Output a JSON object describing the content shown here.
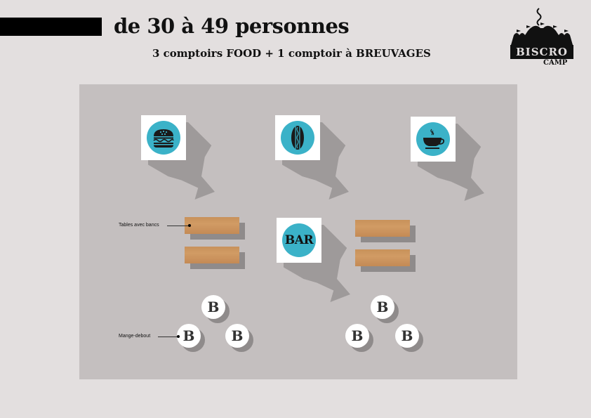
{
  "header": {
    "title": "de 30 à 49 personnes",
    "subtitle": "3 comptoirs FOOD + 1 comptoir à BREUVAGES"
  },
  "logo": {
    "name": "BISCRO",
    "sub": "CAMP"
  },
  "colors": {
    "page_bg": "#e3dfdf",
    "floor": "#c4bfbf",
    "counter_accent": "#3bb2c8",
    "wood": "#c8915a",
    "shadow": "#9e9a9a"
  },
  "counters": [
    {
      "id": "burger",
      "icon": "burger-icon",
      "type": "food"
    },
    {
      "id": "hotdog",
      "icon": "hotdog-icon",
      "type": "food"
    },
    {
      "id": "coffee",
      "icon": "coffee-cup-icon",
      "type": "food"
    },
    {
      "id": "bar",
      "icon": "bar-icon",
      "type": "beverages",
      "label": "BAR"
    }
  ],
  "legend": {
    "tables": "Tables avec bancs",
    "stools": "Mange-debout"
  },
  "stools": {
    "glyph": "B",
    "count": 6
  },
  "tables": {
    "count": 4
  }
}
